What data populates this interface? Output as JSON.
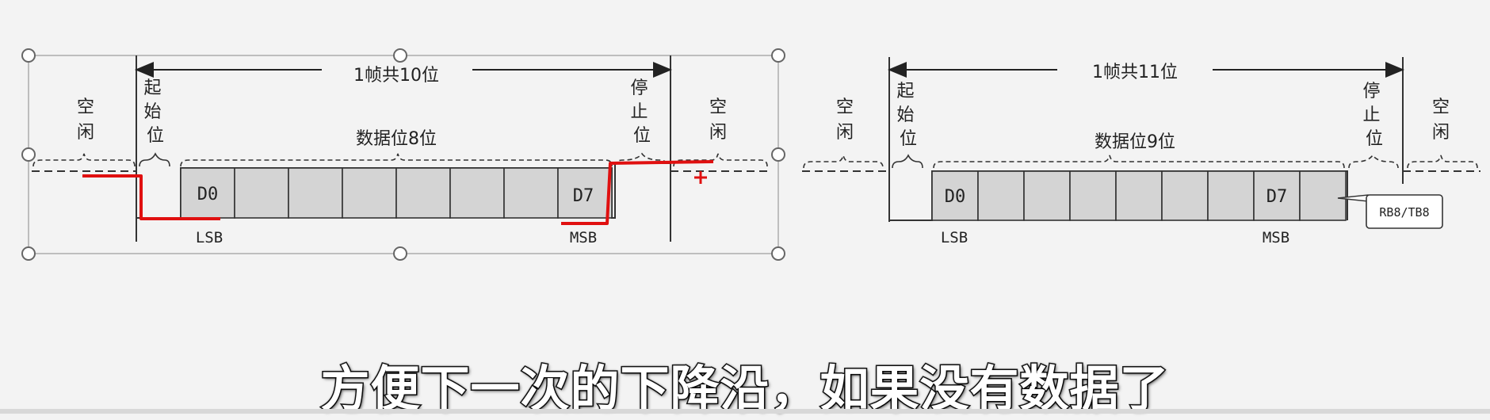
{
  "colors": {
    "red_annotation": "#e01010",
    "cell_fill": "#d4d4d4",
    "stroke": "#333333"
  },
  "left_diagram": {
    "frame_label": "1帧共10位",
    "idle_left": "空闲",
    "start_bit": [
      "起",
      "始",
      "位"
    ],
    "data_bits_label": "数据位8位",
    "stop_bit": [
      "停",
      "止",
      "位"
    ],
    "idle_right": "空闲",
    "d0": "D0",
    "d7": "D7",
    "lsb": "LSB",
    "msb": "MSB"
  },
  "right_diagram": {
    "frame_label": "1帧共11位",
    "idle_left": "空闲",
    "start_bit": [
      "起",
      "始",
      "位"
    ],
    "data_bits_label": "数据位9位",
    "stop_bit": [
      "停",
      "止",
      "位"
    ],
    "idle_right": "空闲",
    "d0": "D0",
    "d7": "D7",
    "lsb": "LSB",
    "msb": "MSB",
    "callout": "RB8/TB8"
  },
  "subtitle": "方便下一次的下降沿，如果没有数据了"
}
